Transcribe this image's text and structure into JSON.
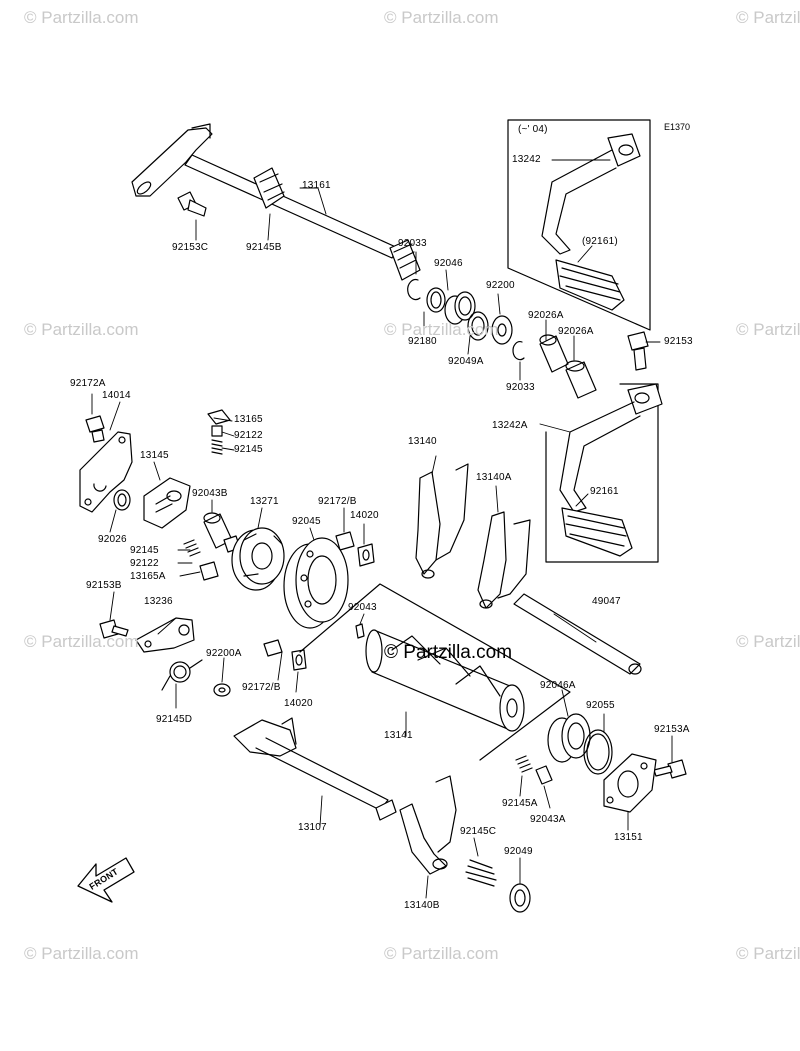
{
  "diagram_code": "E1370",
  "watermarks": {
    "corner": "© Partzilla.com",
    "center": "© Partzilla.com"
  },
  "front_arrow_text": "FRONT",
  "callouts": {
    "p13161": "13161",
    "p92153C": "92153C",
    "p92145B": "92145B",
    "p92033a": "92033",
    "p92046": "92046",
    "p92200": "92200",
    "p92180": "92180",
    "p92049A": "92049A",
    "p92026A_1": "92026A",
    "p92026A_2": "92026A",
    "p92033b": "92033",
    "p92153": "92153",
    "p13242A": "13242A",
    "p92161b": "92161",
    "p13242": "13242",
    "p92161a": "(92161)",
    "inset_note": "(~' 04)",
    "p92172A": "92172A",
    "p14014": "14014",
    "p13165": "13165",
    "p92122a": "92122",
    "p92145a": "92145",
    "p13145": "13145",
    "p92043B": "92043B",
    "p13271": "13271",
    "p92172B_1": "92172/B",
    "p14020_1": "14020",
    "p92045": "92045",
    "p92026": "92026",
    "p92145b": "92145",
    "p92122b": "92122",
    "p13165A": "13165A",
    "p92153B": "92153B",
    "p13236": "13236",
    "p92200A": "92200A",
    "p92172B_2": "92172/B",
    "p14020_2": "14020",
    "p92145D": "92145D",
    "p13140": "13140",
    "p13140A": "13140A",
    "p49047": "49047",
    "p92043": "92043",
    "p13141": "13141",
    "p92046A": "92046A",
    "p92055": "92055",
    "p92153A": "92153A",
    "p92145A": "92145A",
    "p92043A": "92043A",
    "p13151": "13151",
    "p13107": "13107",
    "p92145C": "92145C",
    "p92049": "92049",
    "p13140B": "13140B"
  }
}
